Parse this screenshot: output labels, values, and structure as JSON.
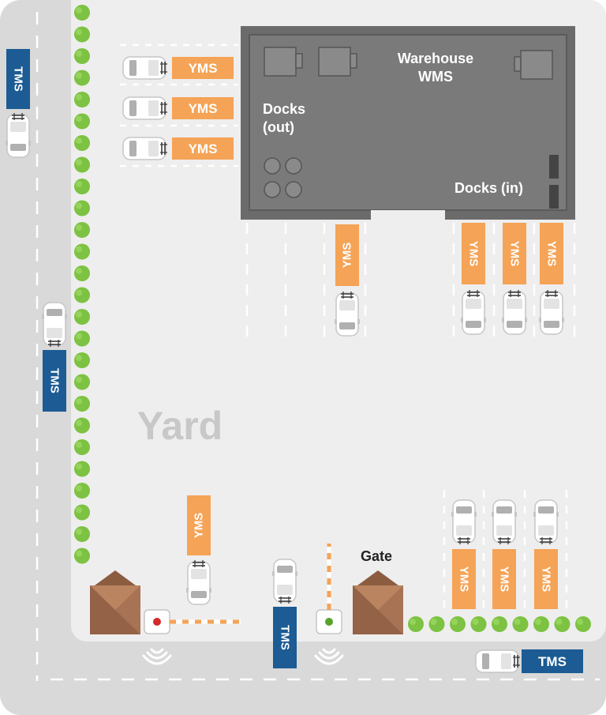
{
  "labels": {
    "warehouse_line1": "Warehouse",
    "warehouse_line2": "WMS",
    "docks_out_line1": "Docks",
    "docks_out_line2": "(out)",
    "docks_in": "Docks (in)",
    "yard": "Yard",
    "gate": "Gate"
  },
  "tags": {
    "yms": "YMS",
    "tms": "TMS"
  },
  "colors": {
    "road": "#d9d9d9",
    "yard": "#eeeeee",
    "warehouse": "#6b6b6b",
    "yms": "#f5a356",
    "tms": "#1c5b93",
    "tree": "#7dc242",
    "gatehouse": "#a87355",
    "barrier_stripe": "#f5a356",
    "signal_red": "#d7282a",
    "signal_green": "#58a12b"
  },
  "icons": [
    "truck-icon",
    "tree-icon",
    "gatehouse-icon",
    "gate-barrier-icon",
    "sensor-wave-icon",
    "dock-door-icon"
  ]
}
